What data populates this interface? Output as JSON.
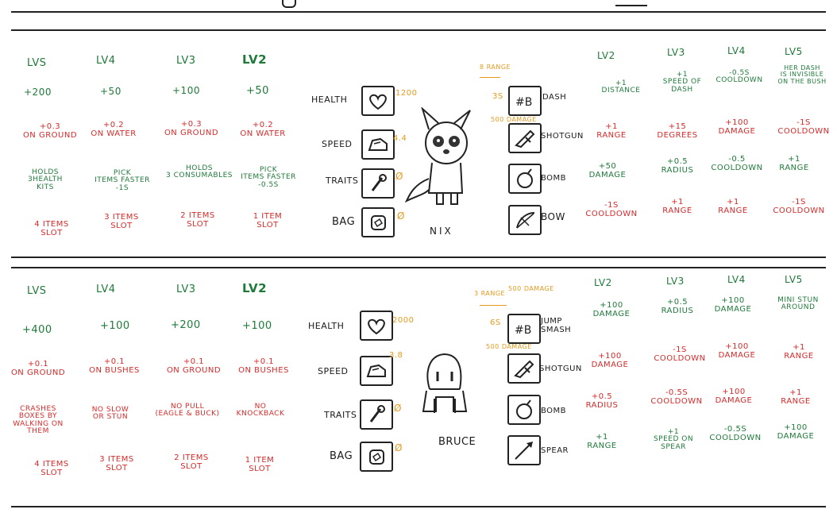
{
  "nix": {
    "name": "NIX",
    "left_headers": [
      "LVS",
      "LV4",
      "LV3",
      "LV2"
    ],
    "health_values": [
      "+200",
      "+50",
      "+100",
      "+50"
    ],
    "speed_values": [
      "+0.3\nON GROUND",
      "+0.2\nON WATER",
      "+0.3\nON GROUND",
      "+0.2\nON WATER"
    ],
    "traits_values": [
      "HOLDS\n3HEALTH\nKITS",
      "PICK\nITEMS FASTER\n-1S",
      "HOLDS\n3 CONSUMABLES",
      "PICK\nITEMS FASTER\n-0.5S"
    ],
    "bag_values": [
      "4 ITEMS\nSLOT",
      "3 ITEMS\nSLOT",
      "2 ITEMS\nSLOT",
      "1 ITEM\nSLOT"
    ],
    "stats": {
      "health_label": "HEALTH",
      "health_value": "1200",
      "speed_label": "SPEED",
      "speed_value": "4.4",
      "traits_label": "TRAITS",
      "traits_value": "Ø",
      "bag_label": "BAG",
      "bag_value": "Ø"
    },
    "range_note": "8 RANGE",
    "cooldown_note": "3S",
    "damage_note": "500 DAMAGE",
    "skills": [
      "DASH",
      "SHOTGUN",
      "BOMB",
      "BOW"
    ],
    "right_headers": [
      "LV2",
      "LV3",
      "LV4",
      "LV5"
    ],
    "dash_values": [
      "+1\nDISTANCE",
      "+1\nSPEED OF\nDASH",
      "-0.5S\nCOOLDOWN",
      "HER DASH\nIS INVISIBLE\nON THE BUSH"
    ],
    "shotgun_values": [
      "+1\nRANGE",
      "+15\nDEGREES",
      "+100\nDAMAGE",
      "-1S\nCOOLDOWN"
    ],
    "bomb_values": [
      "+50\nDAMAGE",
      "+0.5\nRADIUS",
      "-0.5\nCOOLDOWN",
      "+1\nRANGE"
    ],
    "bow_values": [
      "-1S\nCOOLDOWN",
      "+1\nRANGE",
      "+1\nRANGE",
      "-1S\nCOOLDOWN"
    ]
  },
  "bruce": {
    "name": "BRUCE",
    "left_headers": [
      "LVS",
      "LV4",
      "LV3",
      "LV2"
    ],
    "health_values": [
      "+400",
      "+100",
      "+200",
      "+100"
    ],
    "speed_values": [
      "+0.1\nON GROUND",
      "+0.1\nON BUSHES",
      "+0.1\nON GROUND",
      "+0.1\nON BUSHES"
    ],
    "traits_values": [
      "CRASHES\nBOXES BY\nWALKING ON\nTHEM",
      "NO SLOW\nOR STUN",
      "NO PULL\n(EAGLE & BUCK)",
      "NO\nKNOCKBACK"
    ],
    "bag_values": [
      "4 ITEMS\nSLOT",
      "3 ITEMS\nSLOT",
      "2 ITEMS\nSLOT",
      "1 ITEM\nSLOT"
    ],
    "stats": {
      "health_label": "HEALTH",
      "health_value": "2000",
      "speed_label": "SPEED",
      "speed_value": "3.8",
      "traits_label": "TRAITS",
      "traits_value": "Ø",
      "bag_label": "BAG",
      "bag_value": "Ø"
    },
    "range_note": "3 RANGE",
    "damage_note_top": "500 DAMAGE",
    "cooldown_note": "6S",
    "damage_note": "500 DAMAGE",
    "skills": [
      "JUMP\nSMASH",
      "SHOTGUN",
      "BOMB",
      "SPEAR"
    ],
    "right_headers": [
      "LV2",
      "LV3",
      "LV4",
      "LV5"
    ],
    "jump_values": [
      "+100\nDAMAGE",
      "+0.5\nRADIUS",
      "+100\nDAMAGE",
      "MINI STUN\nAROUND"
    ],
    "shotgun_values": [
      "+100\nDAMAGE",
      "-1S\nCOOLDOWN",
      "+100\nDAMAGE",
      "+1\nRANGE"
    ],
    "bomb_values": [
      "+0.5\nRADIUS",
      "-0.5S\nCOOLDOWN",
      "+100\nDAMAGE",
      "+1\nRANGE"
    ],
    "spear_values": [
      "+1\nRANGE",
      "+1\nSPEED ON\nSPEAR",
      "-0.5S\nCOOLDOWN",
      "+100\nDAMAGE"
    ]
  },
  "colors": {
    "green": "#1f7a3a",
    "red": "#d62a2a",
    "orange": "#e59a1e",
    "ink": "#1a1a1a"
  },
  "icons": [
    "heart-icon",
    "boot-icon",
    "gear-icon",
    "bag-icon",
    "dash-icon",
    "shotgun-icon",
    "bomb-icon",
    "bow-icon",
    "spear-icon"
  ]
}
